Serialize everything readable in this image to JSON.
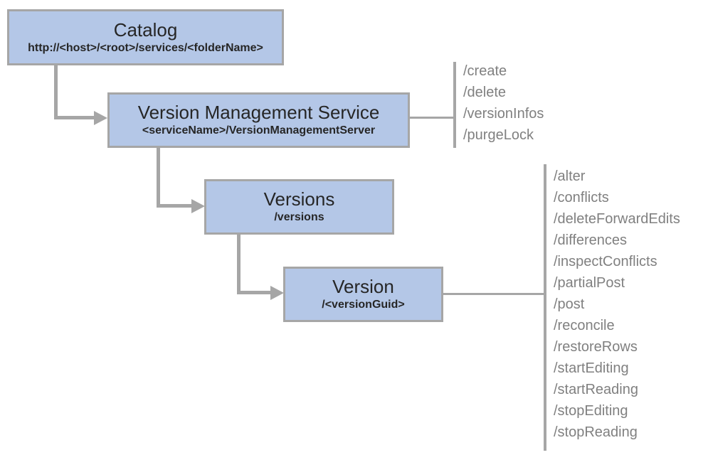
{
  "diagram": {
    "nodes": [
      {
        "id": "catalog",
        "title": "Catalog",
        "subtitle": "http://<host>/<root>/services/<folderName>"
      },
      {
        "id": "version-management-service",
        "title": "Version Management Service",
        "subtitle": "<serviceName>/VersionManagementServer",
        "operations": [
          "/create",
          "/delete",
          "/versionInfos",
          "/purgeLock"
        ]
      },
      {
        "id": "versions",
        "title": "Versions",
        "subtitle": "/versions"
      },
      {
        "id": "version",
        "title": "Version",
        "subtitle": "/<versionGuid>",
        "operations": [
          "/alter",
          "/conflicts",
          "/deleteForwardEdits",
          "/differences",
          "/inspectConflicts",
          "/partialPost",
          "/post",
          "/reconcile",
          "/restoreRows",
          "/startEditing",
          "/startReading",
          "/stopEditing",
          "/stopReading"
        ]
      }
    ],
    "colors": {
      "node_fill": "#b4c7e7",
      "node_border": "#a6a6a6",
      "connector": "#a6a6a6",
      "operation_text": "#808080",
      "node_text": "#262626",
      "background": "#ffffff"
    }
  }
}
